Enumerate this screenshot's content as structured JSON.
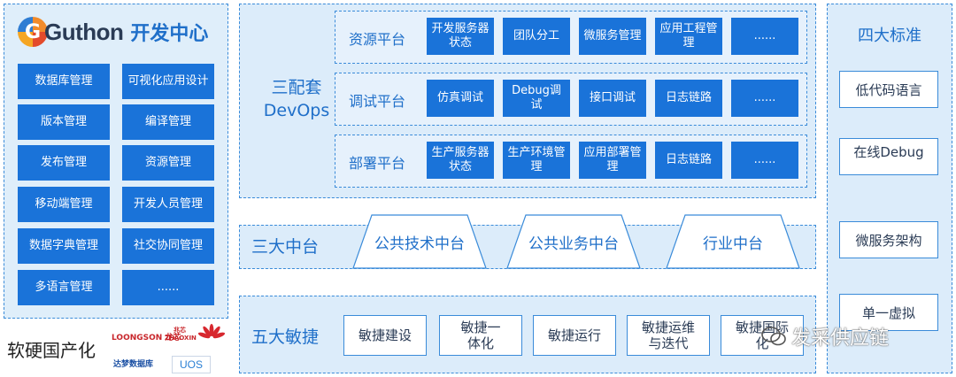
{
  "brand": {
    "name": "Guthon",
    "subtitle": "开发中心"
  },
  "left_buttons": [
    [
      "数据库管理",
      "可视化应用设计"
    ],
    [
      "版本管理",
      "编译管理"
    ],
    [
      "发布管理",
      "资源管理"
    ],
    [
      "移动端管理",
      "开发人员管理"
    ],
    [
      "数据字典管理",
      "社交协同管理"
    ],
    [
      "多语言管理",
      "......"
    ]
  ],
  "domestic": {
    "label": "软硬国产化",
    "logos": [
      "LOONGSON 龙芯",
      "兆芯 ZHAOXIN",
      "HUAWEI",
      "达梦数据库",
      "UOS"
    ]
  },
  "devops": {
    "label_line1": "三配套",
    "label_line2": "DevOps",
    "rows": [
      {
        "name": "资源平台",
        "items": [
          "开发服务器状态",
          "团队分工",
          "微服务管理",
          "应用工程管理",
          "......"
        ]
      },
      {
        "name": "调试平台",
        "items": [
          "仿真调试",
          "Debug调试",
          "接口调试",
          "日志链路",
          "......"
        ]
      },
      {
        "name": "部署平台",
        "items": [
          "生产服务器状态",
          "生产环境管理",
          "应用部署管理",
          "日志链路",
          "......"
        ]
      }
    ]
  },
  "middle": {
    "label": "三大中台",
    "items": [
      "公共技术中台",
      "公共业务中台",
      "行业中台"
    ]
  },
  "agile": {
    "label": "五大敏捷",
    "items": [
      "敏捷建设",
      "敏捷一体化",
      "敏捷运行",
      "敏捷运维与迭代",
      "敏捷国际化"
    ]
  },
  "standards": {
    "title": "四大标准",
    "items": [
      "低代码语言",
      "在线Debug",
      "微服务架构",
      "单一虚拟"
    ]
  },
  "watermark": "发采供应链",
  "colors": {
    "primary": "#1a73d9",
    "panel": "#dcecfa",
    "accent_text": "#1f6fc9"
  }
}
